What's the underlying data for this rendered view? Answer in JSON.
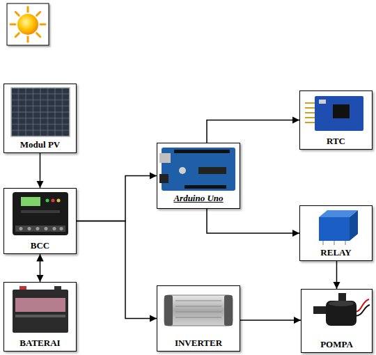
{
  "diagram": {
    "nodes": [
      {
        "text": [
          "Modul PV"
        ]
      },
      {
        "text": [
          "BCC"
        ]
      },
      {
        "text": [
          "BATERAI"
        ]
      },
      {
        "text": [
          "Arduino Uno"
        ]
      },
      {
        "text": [
          "RTC"
        ]
      },
      {
        "text": [
          "RELAY"
        ]
      },
      {
        "text": [
          "INVERTER"
        ]
      },
      {
        "text": [
          "POMPA"
        ]
      }
    ],
    "edges": [
      {
        "from": 0,
        "to": 1,
        "arrow": "to"
      },
      {
        "from": 1,
        "to": 2,
        "arrow": "both"
      },
      {
        "from": 1,
        "to": 3,
        "arrow": "to"
      },
      {
        "from": 3,
        "to": 4,
        "arrow": "to"
      },
      {
        "from": 3,
        "to": 5,
        "arrow": "to"
      },
      {
        "from": 1,
        "to": 6,
        "arrow": "to"
      },
      {
        "from": 5,
        "to": 7,
        "arrow": "to"
      },
      {
        "from": 6,
        "to": 7,
        "arrow": "to"
      }
    ]
  }
}
